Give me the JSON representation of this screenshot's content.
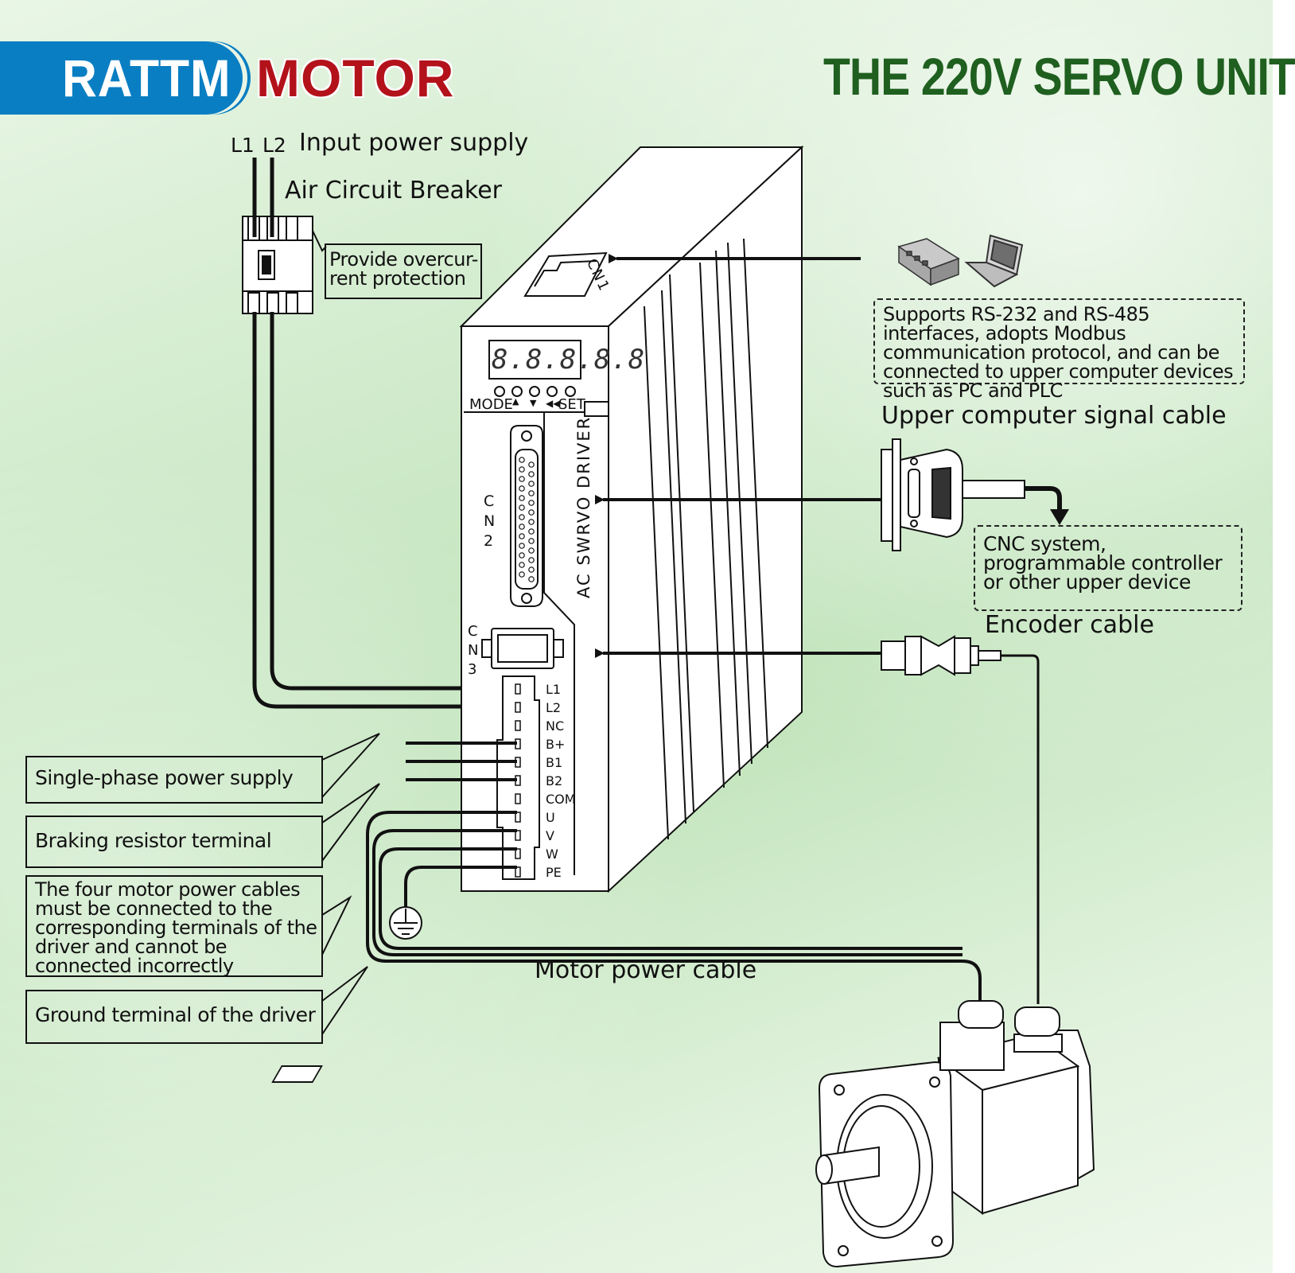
{
  "brand": {
    "left": "RATTM",
    "right": "MOTOR"
  },
  "title": "THE 220V SERVO UNIT",
  "input": {
    "l1": "L1",
    "l2": "L2",
    "label": "Input power supply"
  },
  "breaker": {
    "label": "Air Circuit Breaker",
    "note": "Provide overcur-rent protection"
  },
  "driver": {
    "display": "8.8.8.8.8",
    "buttons": {
      "mode": "MODE",
      "up": "▲",
      "down": "▼",
      "shift": "◀◀",
      "set": "SET"
    },
    "vertical_label": "AC  SWRVO  DRIVER",
    "cn1": "CN1",
    "cn2": "CN2",
    "cn3": "CN3",
    "terminals": [
      "L1",
      "L2",
      "NC",
      "B+",
      "B1",
      "B2",
      "COM",
      "U",
      "V",
      "W",
      "PE"
    ]
  },
  "comm": {
    "note": "Supports RS-232 and RS-485 interfaces, adopts Modbus communication protocol, and can be connected to upper computer devices such as PC and PLC"
  },
  "signal": {
    "label": "Upper computer signal cable",
    "note": "CNC system, programmable controller or other upper device"
  },
  "encoder": {
    "label": "Encoder cable"
  },
  "motor_cable": {
    "label": "Motor power cable"
  },
  "callouts": {
    "single_phase": "Single-phase power supply",
    "braking": "Braking resistor terminal",
    "four_cables": "The four motor power cables must be connected to the corresponding terminals of the driver and cannot be connected incorrectly",
    "ground": "Ground terminal of the driver"
  }
}
